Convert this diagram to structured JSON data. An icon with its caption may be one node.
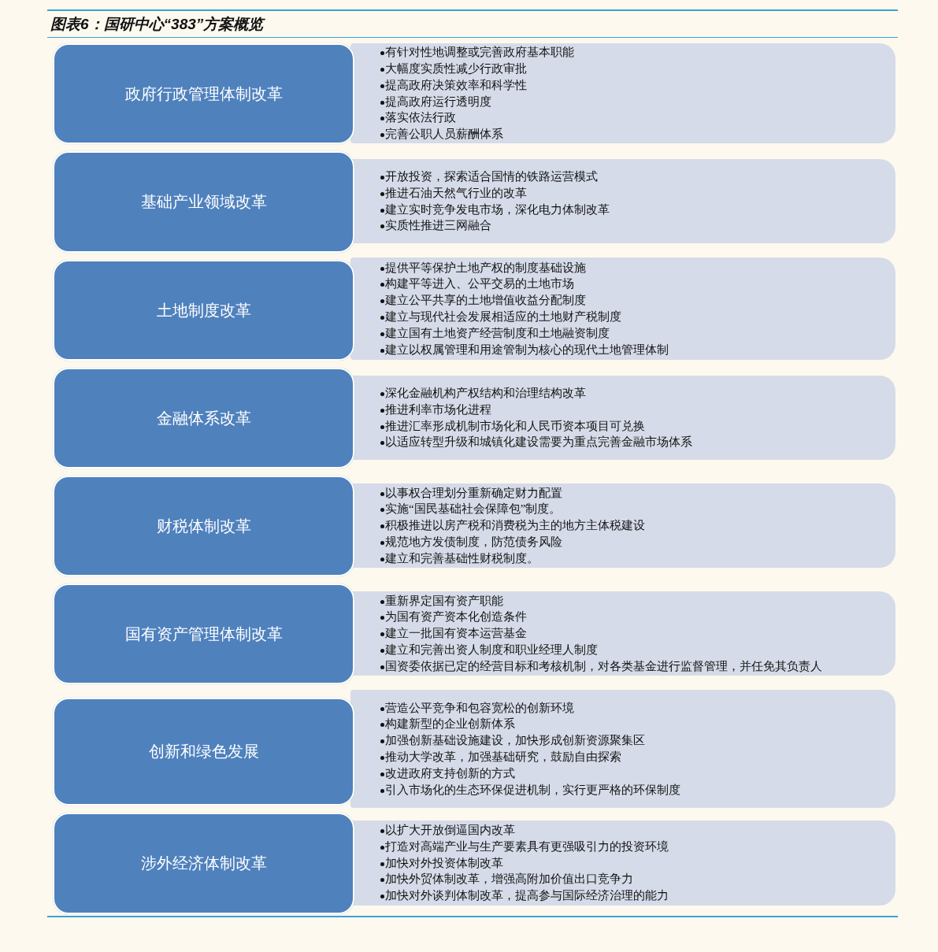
{
  "diagram": {
    "title": "图表6：国研中心“383”方案概览",
    "nodes": [
      {
        "text": [
          "政府行政管理体制改革"
        ]
      },
      {
        "text": [
          "有针对性地调整或完善政府基本职能",
          "大幅度实质性减少行政审批",
          "提高政府决策效率和科学性",
          "提高政府运行透明度",
          "落实依法行政",
          "完善公职人员薪酬体系"
        ]
      },
      {
        "text": [
          "基础产业领域改革"
        ]
      },
      {
        "text": [
          "开放投资，探索适合国情的铁路运营模式",
          "推进石油天然气行业的改革",
          "建立实时竞争发电市场，深化电力体制改革",
          "实质性推进三网融合"
        ]
      },
      {
        "text": [
          "土地制度改革"
        ]
      },
      {
        "text": [
          "提供平等保护土地产权的制度基础设施",
          "构建平等进入、公平交易的土地市场",
          "建立公平共享的土地增值收益分配制度",
          "建立与现代社会发展相适应的土地财产税制度",
          "建立国有土地资产经营制度和土地融资制度",
          "建立以权属管理和用途管制为核心的现代土地管理体制"
        ]
      },
      {
        "text": [
          "金融体系改革"
        ]
      },
      {
        "text": [
          "深化金融机构产权结构和治理结构改革",
          "推进利率市场化进程",
          "推进汇率形成机制市场化和人民币资本项目可兑换",
          "以适应转型升级和城镇化建设需要为重点完善金融市场体系"
        ]
      },
      {
        "text": [
          "财税体制改革"
        ]
      },
      {
        "text": [
          "以事权合理划分重新确定财力配置",
          "实施“国民基础社会保障包”制度。",
          "积极推进以房产税和消费税为主的地方主体税建设",
          "规范地方发债制度，防范债务风险",
          "建立和完善基础性财税制度。"
        ]
      },
      {
        "text": [
          "国有资产管理体制改革"
        ]
      },
      {
        "text": [
          "重新界定国有资产职能",
          "为国有资产资本化创造条件",
          "建立一批国有资本运营基金",
          "建立和完善出资人制度和职业经理人制度",
          "国资委依据已定的经营目标和考核机制，对各类基金进行监督管理，并任免其负责人"
        ]
      },
      {
        "text": [
          "创新和绿色发展"
        ]
      },
      {
        "text": [
          "营造公平竞争和包容宽松的创新环境",
          "构建新型的企业创新体系",
          "加强创新基础设施建设，加快形成创新资源聚集区",
          "推动大学改革，加强基础研究，鼓励自由探索",
          "改进政府支持创新的方式",
          "引入市场化的生态环保促进机制，实行更严格的环保制度"
        ]
      },
      {
        "text": [
          "涉外经济体制改革"
        ]
      },
      {
        "text": [
          "以扩大开放倒逼国内改革",
          "打造对高端产业与生产要素具有更强吸引力的投资环境",
          "加快对外投资体制改革",
          "加快外贸体制改革，增强高附加价值出口竞争力",
          "加快对外谈判体制改革，提高参与国际经济治理的能力"
        ]
      }
    ]
  }
}
